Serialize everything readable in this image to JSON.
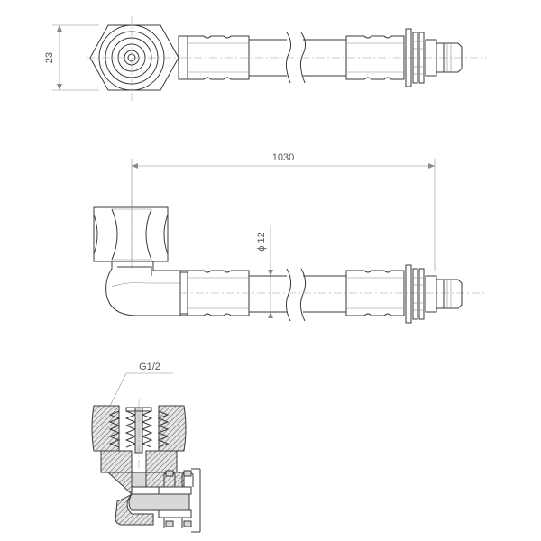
{
  "dimensions": {
    "top_height": "23",
    "overall_length": "1030",
    "tube_diameter": "ϕ 12",
    "thread": "G1/2"
  }
}
